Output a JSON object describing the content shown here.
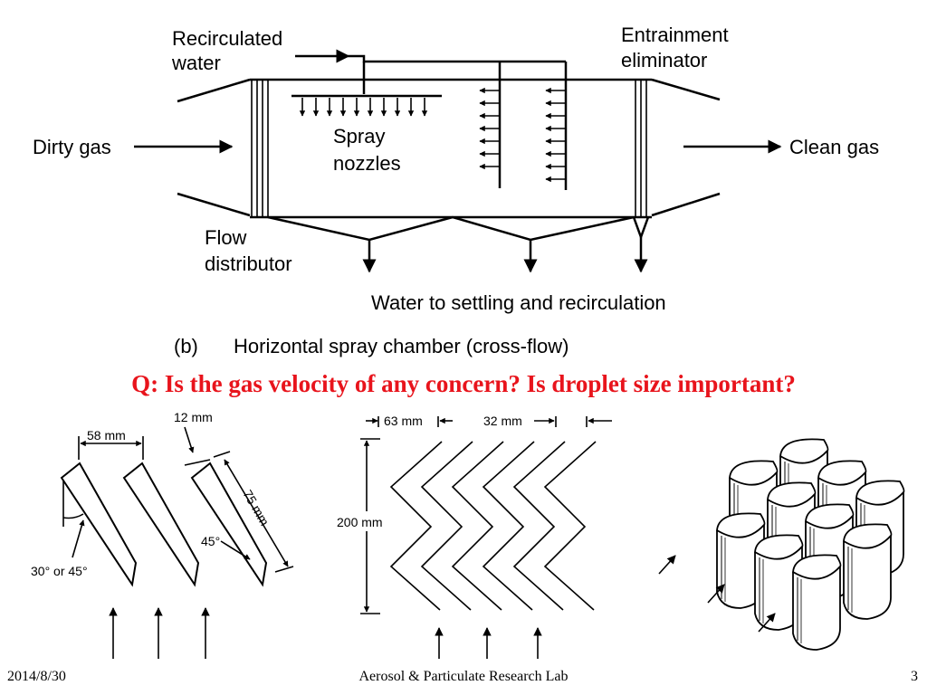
{
  "top_diagram": {
    "labels": {
      "recirculated_water": [
        "Recirculated",
        "water"
      ],
      "entrainment_eliminator": [
        "Entrainment",
        "eliminator"
      ],
      "dirty_gas": "Dirty gas",
      "clean_gas": "Clean gas",
      "spray_nozzles": [
        "Spray",
        "nozzles"
      ],
      "flow_distributor": [
        "Flow",
        "distributor"
      ],
      "water_out": "Water to settling and recirculation"
    },
    "caption_letter": "(b)",
    "caption_text": "Horizontal spray chamber (cross-flow)"
  },
  "question": "Q: Is the gas velocity of any concern?  Is droplet size important?",
  "question_color": "#e8141c",
  "baffle_diagram": {
    "dim_spacing": "58 mm",
    "dim_thickness": "12 mm",
    "dim_length": "75 mm",
    "angle_blade": "45°",
    "angle_tilt": "30° or 45°"
  },
  "zigzag_diagram": {
    "dim_first": "63 mm",
    "dim_pitch": "32 mm",
    "dim_height": "200 mm"
  },
  "footer": {
    "date": "2014/8/30",
    "lab": "Aerosol & Particulate Research Lab",
    "page": "3"
  },
  "icons": [
    "arrow-right-icon",
    "arrow-left-icon",
    "arrow-up-icon",
    "arrow-down-icon"
  ]
}
